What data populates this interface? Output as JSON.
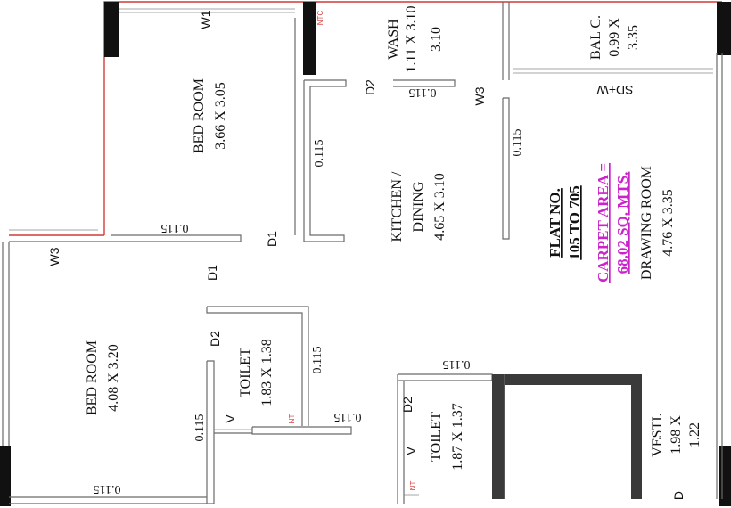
{
  "rooms": {
    "bed_room_1": {
      "name": "BED ROOM",
      "size": "3.66 X 3.05"
    },
    "bed_room_2": {
      "name": "BED ROOM",
      "size": "4.08 X 3.20"
    },
    "wash": {
      "name": "WASH",
      "size": "1.11 X 3.10"
    },
    "balc": {
      "name": "BAL C.",
      "size_a": "0.99 X",
      "size_b": "3.35"
    },
    "kitchen": {
      "name_a": "KITCHEN /",
      "name_b": "DINING",
      "size": "4.65 X 3.10"
    },
    "drawing": {
      "name": "DRAWING ROOM",
      "size": "4.76 X 3.35"
    },
    "toilet_1": {
      "name": "TOILET",
      "size": "1.83 X 1.38"
    },
    "toilet_2": {
      "name": "TOILET",
      "size": "1.87 X 1.37"
    },
    "vesti": {
      "name": "VESTI.",
      "size_a": "1.98 X",
      "size_b": "1.22"
    }
  },
  "flat": {
    "line1": "FLAT NO.",
    "line2": "105 TO 705",
    "carpet_line1": "CARPET AREA =",
    "carpet_line2": "68.02 SQ. MTS."
  },
  "tags": {
    "w1": "W1",
    "w3_top": "W3",
    "w3_left": "W3",
    "d1_a": "D1",
    "d1_b": "D1",
    "d2_a": "D2",
    "d2_b": "D2",
    "d2_c": "D2",
    "v_a": "V",
    "v_b": "V",
    "d_vesti": "D",
    "sdw": "SD+W"
  },
  "dims": {
    "t_bed1_bottom": "0.115",
    "t_wash": "0.115",
    "t_kitchen_left": "0.115",
    "t_kitchen_right": "0.115",
    "t_toilet1_right": "0.115",
    "t_toilet1_bottom": "0.115",
    "t_toilet2_top": "0.115",
    "t_bed2_right": "0.115",
    "t_bed2_bottom": "0.115"
  },
  "notes": {
    "ntc": "NTC",
    "nt_a": "NT",
    "nt_b": "NT"
  },
  "colors": {
    "carpet": "#cc22cc",
    "boundary": "#d43a3a",
    "wall": "#4a4a4a"
  }
}
